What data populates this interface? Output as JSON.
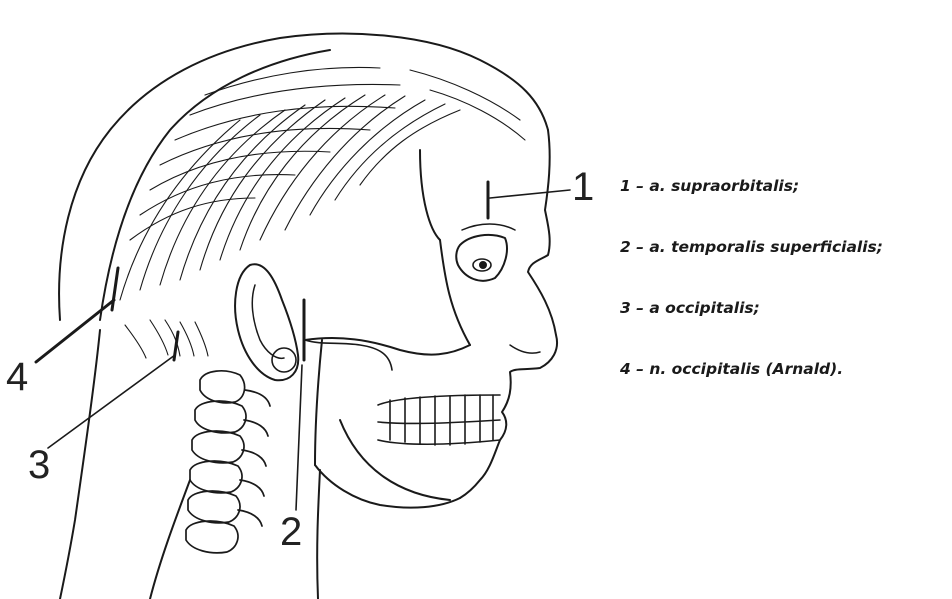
{
  "diagram": {
    "callouts": [
      {
        "id": "1",
        "label": "1"
      },
      {
        "id": "2",
        "label": "2"
      },
      {
        "id": "3",
        "label": "3"
      },
      {
        "id": "4",
        "label": "4"
      }
    ],
    "legend": [
      "1 – a. supraorbitalis;",
      "2 – a. temporalis superficialis;",
      "3 – a occipitalis;",
      "4 – n. occipitalis (Arnald)."
    ],
    "colors": {
      "ink": "#1a1a1a",
      "background": "#ffffff"
    }
  }
}
